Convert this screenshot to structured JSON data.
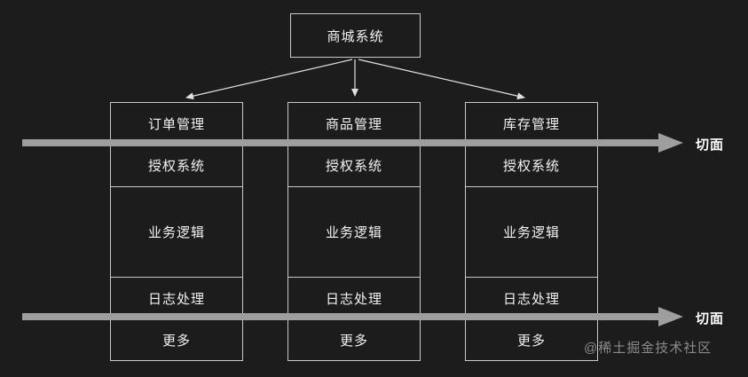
{
  "root": {
    "label": "商城系统"
  },
  "columns": [
    {
      "header": "订单管理",
      "rows": [
        "授权系统",
        "业务逻辑",
        "日志处理",
        "更多"
      ]
    },
    {
      "header": "商品管理",
      "rows": [
        "授权系统",
        "业务逻辑",
        "日志处理",
        "更多"
      ]
    },
    {
      "header": "库存管理",
      "rows": [
        "授权系统",
        "业务逻辑",
        "日志处理",
        "更多"
      ]
    }
  ],
  "aspect_arrows": [
    {
      "label": "切面"
    },
    {
      "label": "切面"
    }
  ],
  "watermark": "@稀土掘金技术社区",
  "colors": {
    "bg": "#1c1c1c",
    "border": "#c9c9c9",
    "text": "#f2f2f2",
    "arrow": "#9e9e9e",
    "connector": "#e0e0e0",
    "watermark": "#8a8a8a"
  }
}
